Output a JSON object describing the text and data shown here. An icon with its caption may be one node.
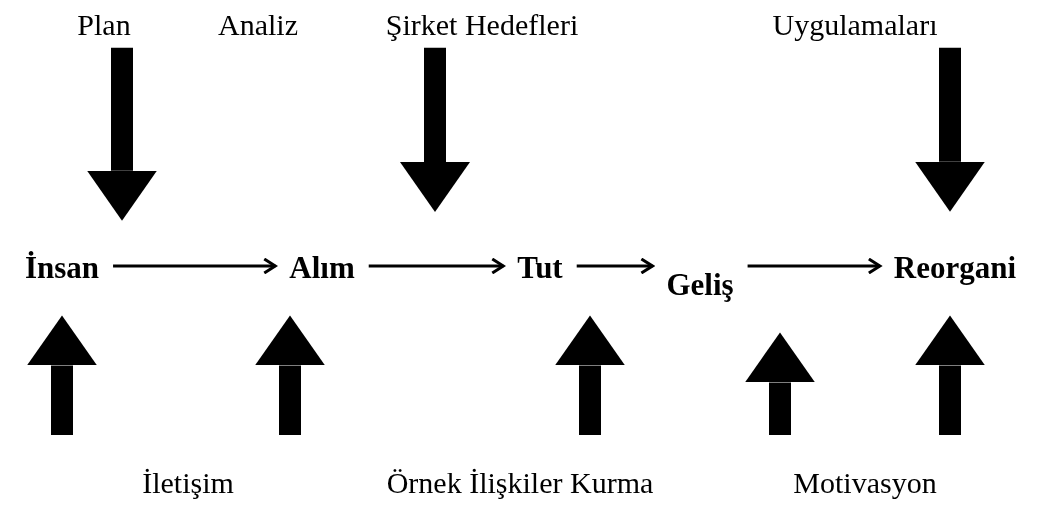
{
  "diagram": {
    "nodes": [
      {
        "text": [
          "Plan"
        ]
      },
      {
        "text": [
          "Analiz"
        ]
      },
      {
        "text": [
          "Şirket Hedefleri"
        ]
      },
      {
        "text": [
          "Uygulamaları"
        ]
      },
      {
        "text": [
          "İnsan"
        ]
      },
      {
        "text": [
          "Alım"
        ]
      },
      {
        "text": [
          "Tut"
        ]
      },
      {
        "text": [
          "Geliş"
        ]
      },
      {
        "text": [
          "Reorgani"
        ]
      },
      {
        "text": [
          "İletişim"
        ]
      },
      {
        "text": [
          "Örnek İlişkiler Kurma"
        ]
      },
      {
        "text": [
          "Motivasyon"
        ]
      }
    ],
    "edges": [
      {
        "from": 4,
        "to": 5,
        "arrow": "to"
      },
      {
        "from": 5,
        "to": 6,
        "arrow": "to"
      },
      {
        "from": 6,
        "to": 7,
        "arrow": "to"
      },
      {
        "from": 7,
        "to": 8,
        "arrow": "to"
      },
      {
        "from": 0,
        "to": 4,
        "arrow": "to"
      },
      {
        "from": 2,
        "to": null,
        "arrow": "to"
      },
      {
        "from": 3,
        "to": 8,
        "arrow": "to"
      },
      {
        "from": null,
        "to": 4,
        "arrow": "to"
      },
      {
        "from": null,
        "to": 5,
        "arrow": "to"
      },
      {
        "from": null,
        "to": 6,
        "arrow": "to"
      },
      {
        "from": null,
        "to": 7,
        "arrow": "to"
      },
      {
        "from": null,
        "to": 8,
        "arrow": "to"
      }
    ]
  }
}
